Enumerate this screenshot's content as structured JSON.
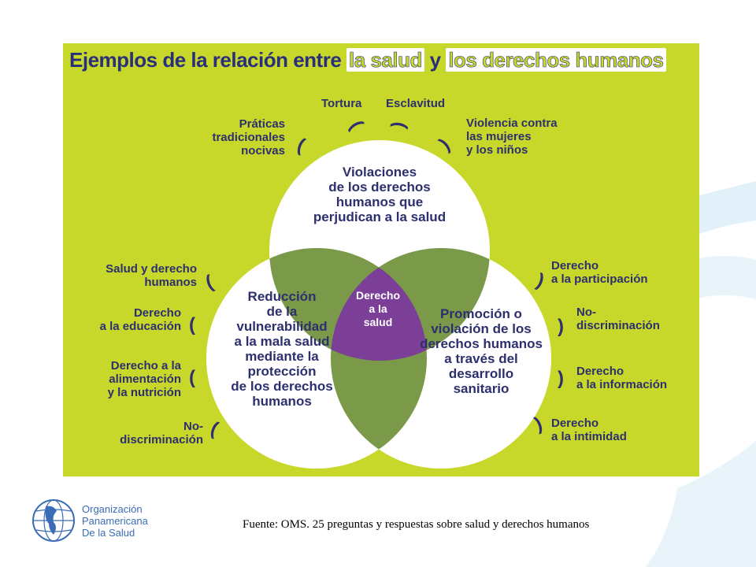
{
  "title": {
    "part1": "Ejemplos de la relación entre",
    "part2": "la salud",
    "part3": "y",
    "part4": "los derechos humanos"
  },
  "circles": {
    "top": "Violaciones\nde los derechos\nhumanos que\nperjudican a la salud",
    "left": "Reducción\nde la\nvulnerabilidad\na la mala salud\nmediante la\nprotección\nde los derechos\nhumanos",
    "right": "Promoción o\nviolación de los\nderechos humanos\na través del\ndesarrollo\nsanitario",
    "center": "Derecho\na la\nsalud"
  },
  "top_labels": {
    "practicas": "Práticas\ntradicionales\nnocivas",
    "tortura": "Tortura",
    "esclavitud": "Esclavitud",
    "violencia": "Violencia contra\nlas mujeres\ny los niños"
  },
  "left_labels": {
    "salud_derecho": "Salud y derecho\nhumanos",
    "educacion": "Derecho\na la educación",
    "alimentacion": "Derecho a la\nalimentación\ny la nutrición",
    "no_discriminacion": "No-\ndiscriminación"
  },
  "right_labels": {
    "participacion": "Derecho\na la participación",
    "no_discriminacion": "No-\ndiscriminación",
    "informacion": "Derecho\na la información",
    "intimidad": "Derecho\na la intimidad"
  },
  "organization": {
    "line1": "Organización",
    "line2": "Panamericana",
    "line3": "De la Salud"
  },
  "source": "Fuente: OMS. 25 preguntas y respuestas sobre salud y derechos humanos",
  "colors": {
    "panel": "#c8d82a",
    "overlap": "#7a9a4a",
    "center": "#7b3f98",
    "text": "#2d2f6e"
  }
}
